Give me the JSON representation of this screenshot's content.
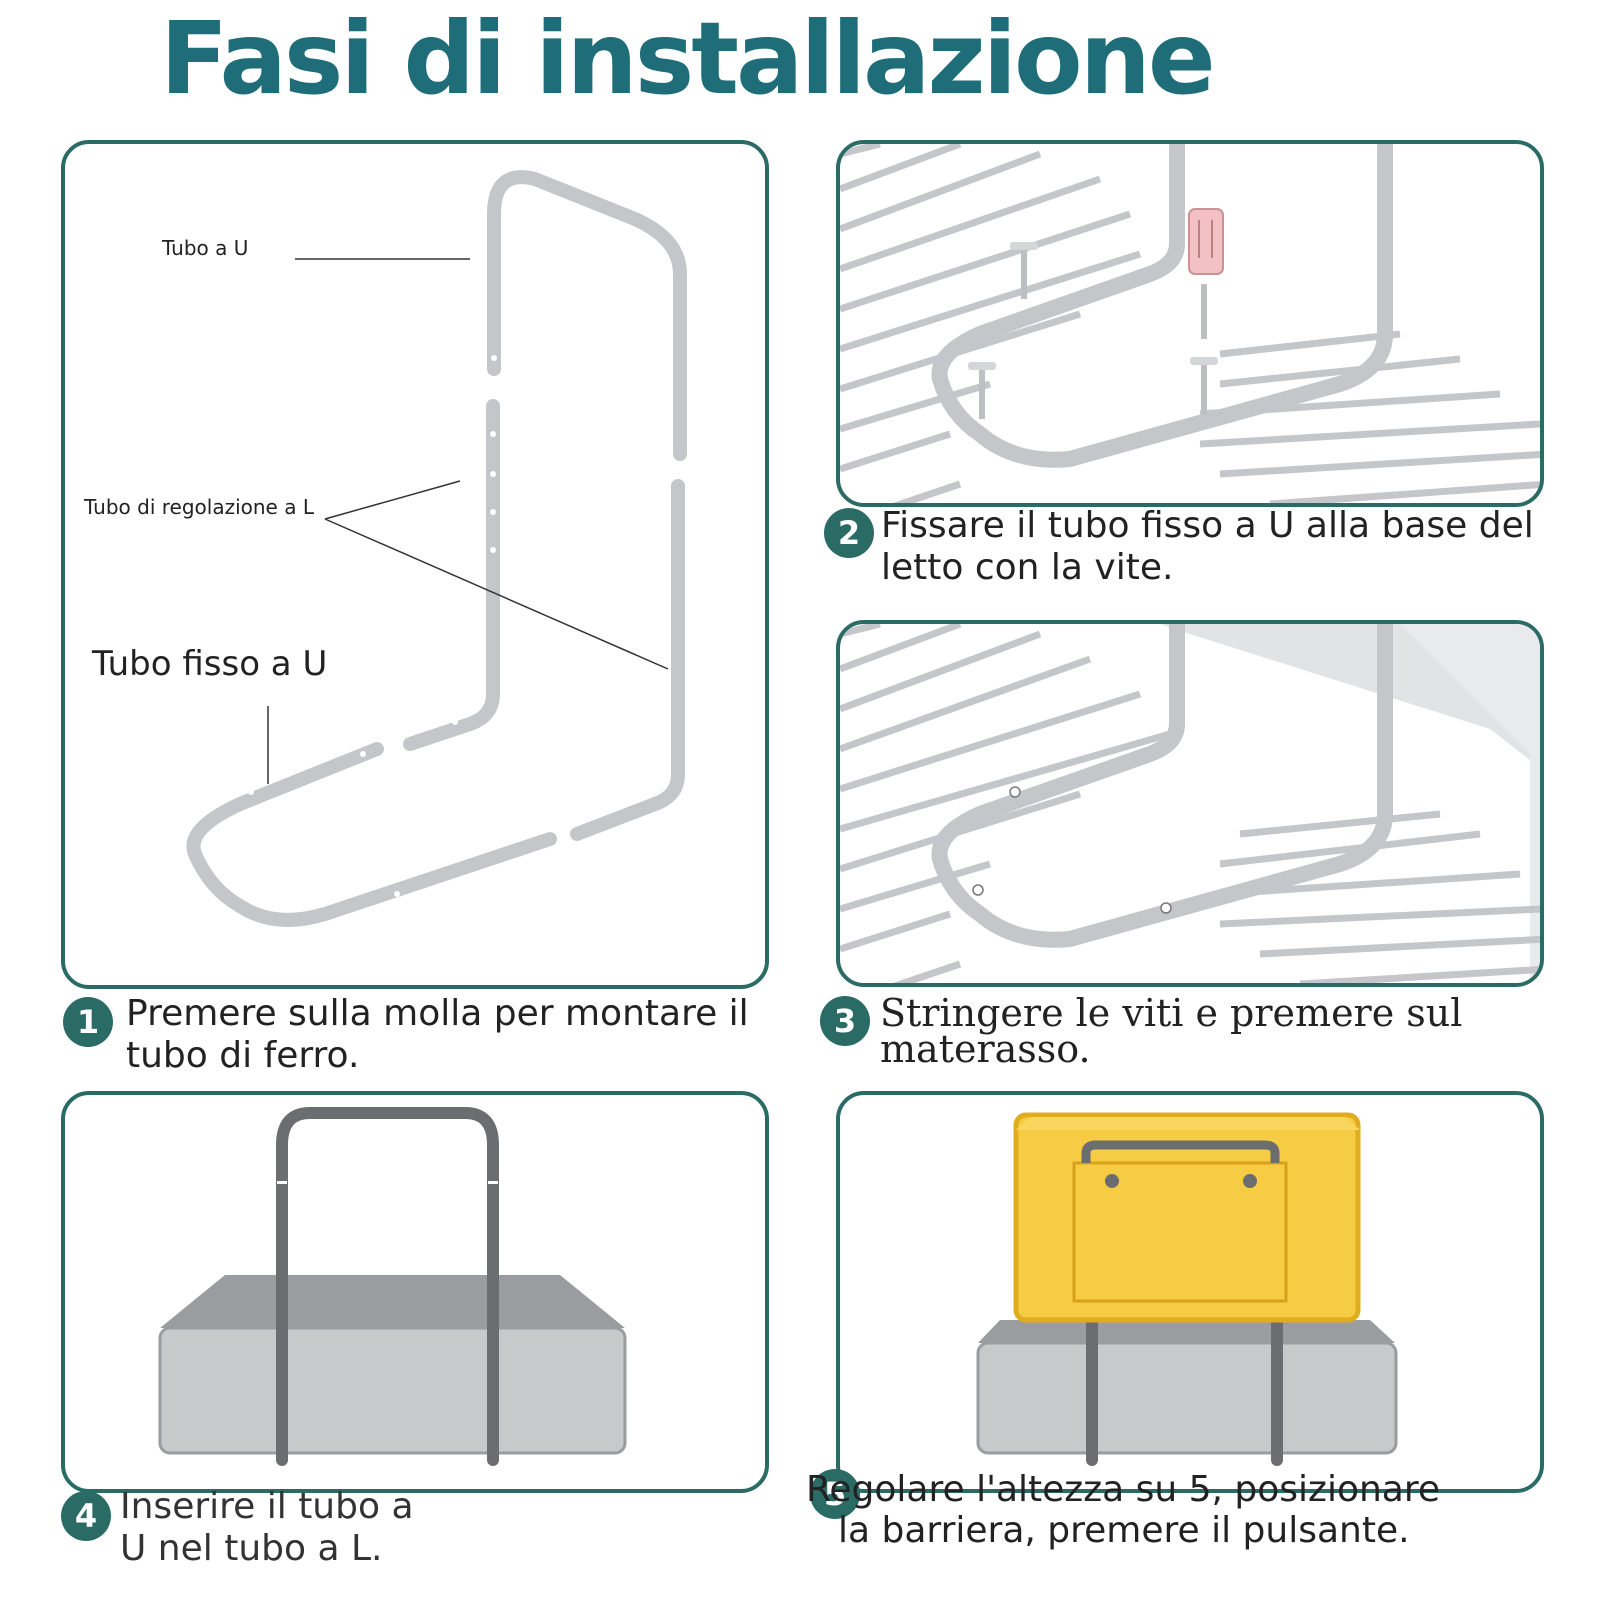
{
  "title": "Fasi di installazione",
  "labels": {
    "u_tube": "Tubo a U",
    "l_adjust_tube": "Tubo di regolazione a L",
    "fixed_u_tube": "Tubo fisso a U"
  },
  "steps": [
    {
      "number": "1",
      "line1": "Premere sulla molla per montare il",
      "line2": "tubo di ferro."
    },
    {
      "number": "2",
      "line1": "Fissare il tubo fisso a U alla base del",
      "line2": "letto con la vite."
    },
    {
      "number": "3",
      "line1": "Stringere le viti e premere sul",
      "line2": "materasso."
    },
    {
      "number": "4",
      "line1": "Inserire il tubo a",
      "line2": "U nel tubo a L."
    },
    {
      "number": "5",
      "line1": "Regolare l'altezza su 5, posizionare",
      "line2": "la barriera, premere il pulsante."
    }
  ],
  "colors": {
    "accent": "#1f6d78",
    "panel_border": "#2b6b66",
    "tube": "#c4c6c9",
    "dark_tube": "#6b6d70",
    "mattress": "#c8c9cb",
    "barrier": "#f6cc45",
    "screwdriver_handle": "#f3c1c3"
  }
}
